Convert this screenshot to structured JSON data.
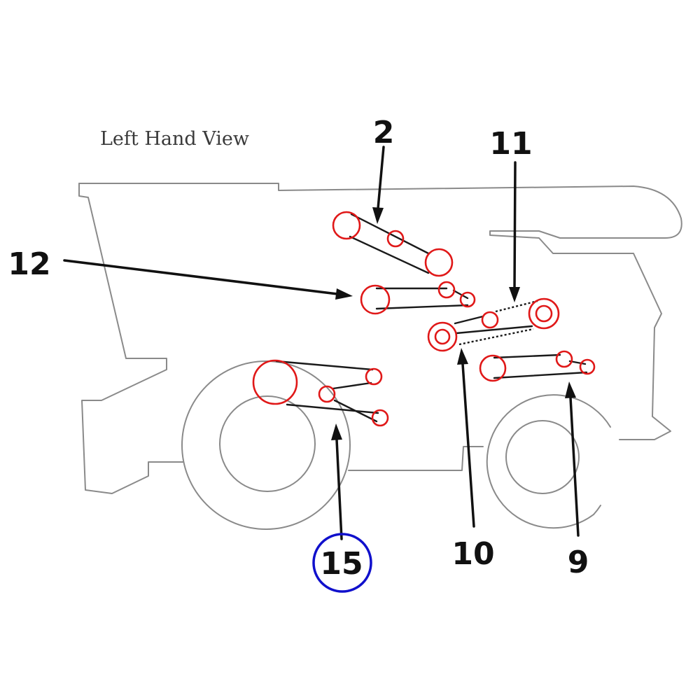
{
  "title": "Left Hand View",
  "callouts": {
    "c2": "2",
    "c9": "9",
    "c10": "10",
    "c11": "11",
    "c12": "12",
    "c15": "15"
  },
  "highlighted_callout": "15",
  "colors": {
    "outline": "#8a8a8a",
    "pulley": "#e01818",
    "belt": "#1a1a1a",
    "arrow": "#111111",
    "highlight": "#1010cc"
  }
}
